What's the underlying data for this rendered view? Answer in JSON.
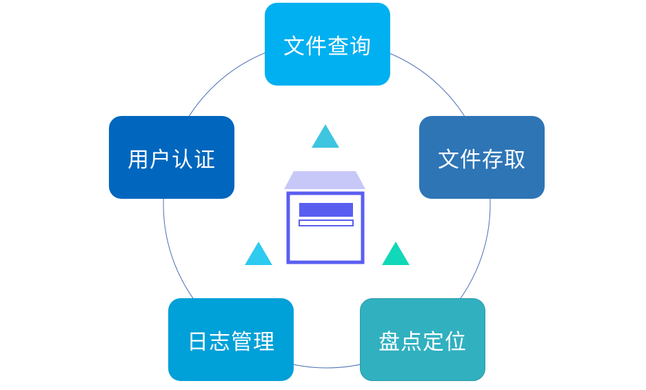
{
  "nodes": {
    "file_search": "文件查询",
    "file_access": "文件存取",
    "inventory_locate": "盘点定位",
    "log_management": "日志管理",
    "user_auth": "用户认证"
  },
  "icons": {
    "center": "archive-cabinet-icon",
    "triangles": "triangle-icon"
  },
  "colors": {
    "file_search": "#00b0f0",
    "file_access": "#2e75b6",
    "inventory_locate": "#31b0c0",
    "log_management": "#00a0d8",
    "user_auth": "#0066be",
    "ring": "#4a6fb5",
    "cabinet": "#5a5ef0",
    "cabinet_top": "#c8c8f8",
    "triangle_top": "#3ec5e0",
    "triangle_left": "#2ecaf0",
    "triangle_right": "#10d8b8"
  }
}
